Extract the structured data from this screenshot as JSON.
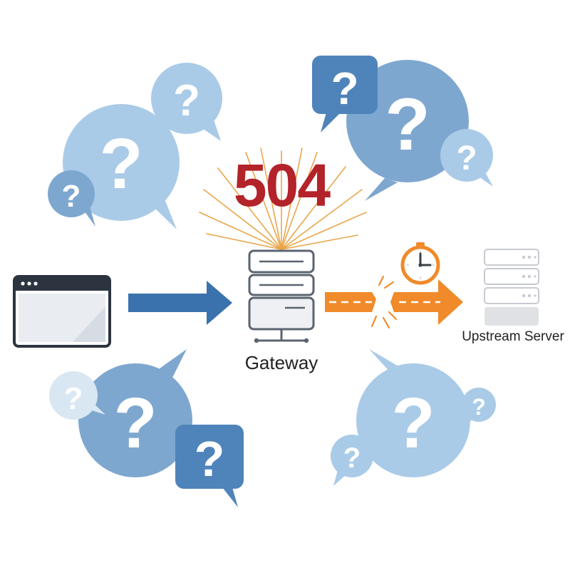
{
  "error": {
    "code": "504",
    "color": "#b3232a"
  },
  "gateway": {
    "label": "Gateway"
  },
  "upstream": {
    "label": "Upstream Server"
  },
  "bubbles": {
    "glyph": "?"
  },
  "colors": {
    "bubble_light": "#a9cbe8",
    "bubble_mid": "#7ea7cf",
    "bubble_dark": "#4f84ba",
    "request_arrow": "#3a72ad",
    "timeout_arrow": "#f08a2a",
    "server_outline": "#5b6470",
    "upstream_gray": "#d6d8dc",
    "ray": "#e8a64a"
  },
  "icons": [
    "browser-window-icon",
    "gateway-server-icon",
    "upstream-server-icon",
    "clock-icon",
    "broken-connection-icon",
    "question-mark-icon"
  ]
}
